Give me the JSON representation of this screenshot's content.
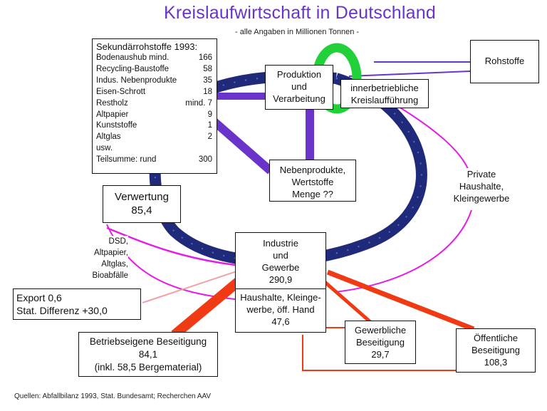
{
  "title": "Kreislaufwirtschaft in Deutschland",
  "subtitle": "- alle Angaben in Millionen Tonnen -",
  "rohstoffe": "Rohstoffe",
  "produktion": [
    "Produktion",
    "und",
    "Verarbeitung"
  ],
  "innerbetrieblich": [
    "innerbetriebliche",
    "Kreislaufführung"
  ],
  "nebenprodukte": [
    "Nebenprodukte,",
    "Wertstoffe",
    "Menge ??"
  ],
  "private": [
    "Private",
    "Haushalte,",
    "Kleingewerbe"
  ],
  "verwertung": {
    "label": "Verwertung",
    "value": "85,4"
  },
  "dsd": [
    "DSD,",
    "Altpapier,",
    "Altglas,",
    "Bioabfälle"
  ],
  "export": [
    "Export 0,6",
    "Stat. Differenz  +30,0"
  ],
  "industrie": {
    "lines": [
      "Industrie",
      "und",
      "Gewerbe"
    ],
    "value": "290,9"
  },
  "haushalte": {
    "lines": [
      "Haushalte, Kleinge-",
      "werbe, öff. Hand"
    ],
    "value": "47,6"
  },
  "betriebseigene": {
    "lines": [
      "Betriebseigene Beseitigung",
      "84,1",
      "(inkl. 58,5 Bergematerial)"
    ]
  },
  "gewerbliche": {
    "lines": [
      "Gewerbliche",
      "Beseitigung",
      "29,7"
    ]
  },
  "oeffentliche": {
    "lines": [
      "Öffentliche",
      "Beseitigung",
      "108,3"
    ]
  },
  "sekundaer": {
    "header": "Sekundärrohstoffe 1993:",
    "rows": [
      {
        "label": "Bodenaushub mind.",
        "value": "166"
      },
      {
        "label": "Recycling-Baustoffe",
        "value": "58"
      },
      {
        "label": "Indus. Nebenprodukte",
        "value": "35"
      },
      {
        "label": "Eisen-Schrott",
        "value": "18"
      },
      {
        "label": "Restholz",
        "value": "mind. 7"
      },
      {
        "label": "Altpapier",
        "value": "9"
      },
      {
        "label": "Kunststoffe",
        "value": "1"
      },
      {
        "label": "Altglas",
        "value": "2"
      },
      {
        "label": "usw.",
        "value": ""
      },
      {
        "label": "Teilsumme: rund",
        "value": "300"
      }
    ]
  },
  "source": "Quellen: Abfallbilanz 1993, Stat. Bundesamt; Recherchen AAV",
  "colors": {
    "title": "#6a33c9",
    "navy": "#1f2a7a",
    "purple": "#6a33c9",
    "green": "#22d13a",
    "magenta": "#e41de4",
    "red": "#f03a14",
    "pink": "#f2a0a8"
  }
}
